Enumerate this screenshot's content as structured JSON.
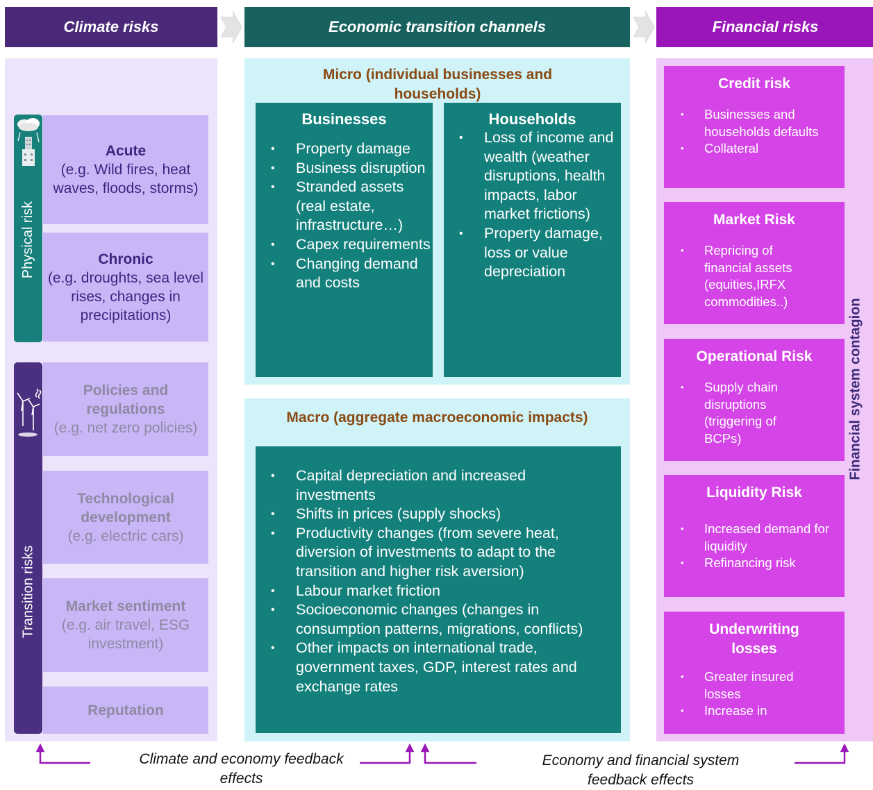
{
  "headers": {
    "climate": "Climate risks",
    "economic": "Economic transition channels",
    "financial": "Financial risks"
  },
  "climate": {
    "physical_label": "Physical risk",
    "transition_label": "Transition risks",
    "physical_boxes": [
      {
        "title": "Acute",
        "desc": "(e.g. Wild fires, heat waves, floods, storms)"
      },
      {
        "title": "Chronic",
        "desc": "(e.g. droughts, sea level rises, changes in precipitations)"
      }
    ],
    "transition_boxes": [
      {
        "title": "Policies and regulations",
        "desc": "(e.g. net zero policies)"
      },
      {
        "title": "Technological development",
        "desc": "(e.g. electric cars)"
      },
      {
        "title": "Market sentiment",
        "desc": "(e.g. air travel, ESG investment)"
      },
      {
        "title": "Reputation",
        "desc": ""
      }
    ]
  },
  "micro": {
    "title": "Micro (individual businesses and households)",
    "businesses": {
      "title": "Businesses",
      "items": [
        "Property damage",
        "Business disruption",
        "Stranded assets (real estate, infrastructure…)",
        "Capex requirements",
        "Changing demand and costs"
      ]
    },
    "households": {
      "title": "Households",
      "items": [
        "Loss of income and wealth (weather disruptions, health impacts, labor market frictions)",
        "Property damage, loss or value depreciation"
      ]
    }
  },
  "macro": {
    "title": "Macro (aggregate macroeconomic impacts)",
    "items": [
      "Capital depreciation and increased investments",
      "Shifts in prices (supply shocks)",
      "Productivity changes (from severe heat, diversion of investments to adapt to the transition and higher risk aversion)",
      "Labour market friction",
      "Socioeconomic changes (changes in consumption patterns, migrations, conflicts)",
      "Other impacts on international trade, government taxes, GDP, interest rates and exchange rates"
    ]
  },
  "financial": {
    "contagion_label": "Financial system contagion",
    "boxes": [
      {
        "title": "Credit risk",
        "items": [
          "Businesses and households defaults",
          "Collateral"
        ]
      },
      {
        "title": "Market Risk",
        "items": [
          "Repricing of financial  assets (equities,IRFX commodities..)"
        ]
      },
      {
        "title": "Operational Risk",
        "items": [
          "Supply chain disruptions (triggering of BCPs)"
        ]
      },
      {
        "title": "Liquidity Risk",
        "items": [
          "Increased demand for liquidity",
          "Refinancing risk"
        ]
      },
      {
        "title": "Underwriting losses",
        "items": [
          "Greater insured losses",
          "Increase in"
        ]
      }
    ]
  },
  "feedback": {
    "left": "Climate and economy feedback effects",
    "right": "Economy and financial system feedback effects"
  },
  "colors": {
    "climate_header": "#4a2a78",
    "economic_header": "#17625f",
    "financial_header": "#9a16b8",
    "teal_box": "#14807c",
    "magenta_box": "#d444e6",
    "feedback_arrow": "#9a16b8"
  }
}
